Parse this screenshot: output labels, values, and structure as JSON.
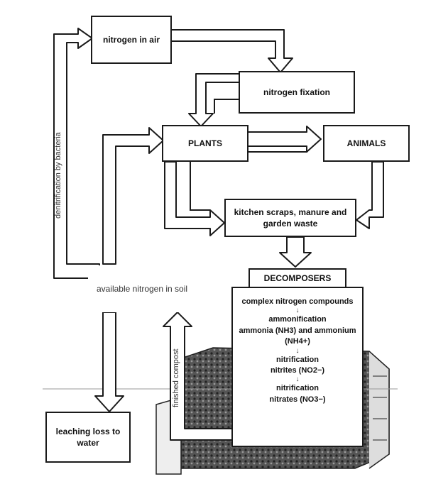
{
  "nodes": {
    "nitrogen_in_air": "nitrogen in air",
    "nitrogen_fixation": "nitrogen fixation",
    "plants": "PLANTS",
    "animals": "ANIMALS",
    "waste": "kitchen scraps, manure and garden waste",
    "decomposers": "DECOMPOSERS",
    "available_nitrogen": "available nitrogen in soil",
    "leaching": "leaching loss to water"
  },
  "decomposer_steps": [
    "complex nitrogen compounds",
    "ammonification",
    "ammonia (NH3) and ammonium (NH4+)",
    "nitrification",
    "nitrites (NO2−)",
    "nitrification",
    "nitrates (NO3−)"
  ],
  "edge_labels": {
    "denitrification": "denitrification by bacteria",
    "finished_compost": "finished compost"
  }
}
